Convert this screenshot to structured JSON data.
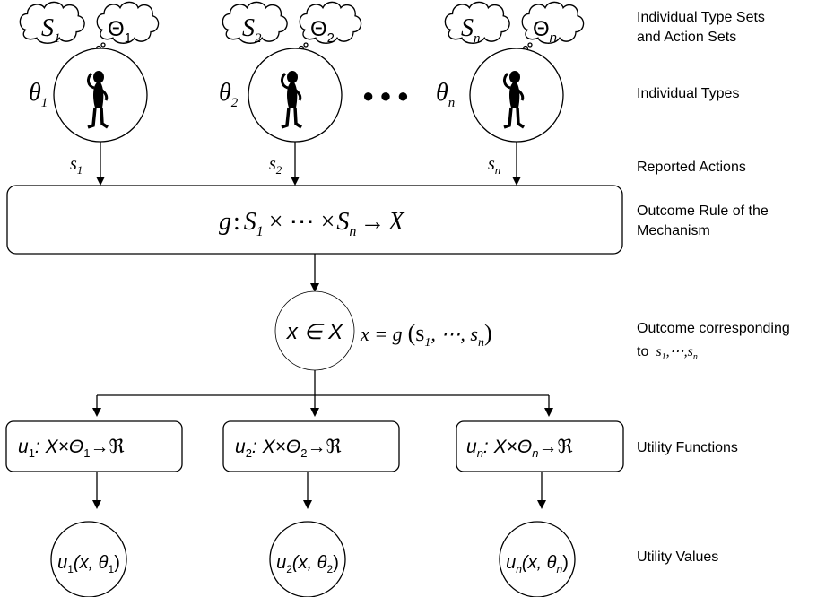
{
  "right_labels": {
    "line1a": "Individual Type Sets",
    "line1b": "and Action Sets",
    "line2": "Individual Types",
    "line3": "Reported Actions",
    "line4a": "Outcome Rule of  the",
    "line4b": "Mechanism",
    "line5a": "Outcome corresponding",
    "line5b_prefix": "to",
    "line6": "Utility Functions",
    "line7": "Utility Values"
  },
  "agents": [
    {
      "set": "S",
      "set_sub": "1",
      "types": "Θ",
      "types_sub": "1",
      "theta": "θ",
      "theta_sub": "1",
      "action": "s",
      "action_sub": "1"
    },
    {
      "set": "S",
      "set_sub": "2",
      "types": "Θ",
      "types_sub": "2",
      "theta": "θ",
      "theta_sub": "2",
      "action": "s",
      "action_sub": "2"
    },
    {
      "set": "S",
      "set_sub": "n",
      "types": "Θ",
      "types_sub": "n",
      "theta": "θ",
      "theta_sub": "n",
      "action": "s",
      "action_sub": "n"
    }
  ],
  "ellipsis_dots": "● ● ●",
  "mechanism": {
    "g": "g",
    "colon": ":",
    "S1": "S",
    "S1_sub": "1",
    "times_dots_times": "× ⋯ ×",
    "Sn": "S",
    "Sn_sub": "n",
    "arrow": "→",
    "X": "X"
  },
  "outcome": {
    "circle_text": "x ∈ X",
    "formula_left": "x = g",
    "formula_args": "(s",
    "args_sub1": "1",
    "args_mid": ", ⋯, s",
    "args_subn": "n",
    "args_close": ")",
    "to_s": "s",
    "to_s_sub1": "1",
    "to_mid": ",⋯,s",
    "to_s_subn": "n"
  },
  "utility_functions": [
    {
      "u": "u",
      "sub": "1",
      "rest": ": X×Θ",
      "theta_sub": "1",
      "arrow": "→ℜ"
    },
    {
      "u": "u",
      "sub": "2",
      "rest": ": X×Θ",
      "theta_sub": "2",
      "arrow": "→ℜ"
    },
    {
      "u": "u",
      "sub": "n",
      "rest": ": X×Θ",
      "theta_sub": "n",
      "arrow": "→ℜ"
    }
  ],
  "utility_values": [
    {
      "u": "u",
      "sub": "1",
      "open": "(x, θ",
      "theta_sub": "1",
      "close": ")"
    },
    {
      "u": "u",
      "sub": "2",
      "open": "(x, θ",
      "theta_sub": "2",
      "close": ")"
    },
    {
      "u": "u",
      "sub": "n",
      "open": "(x, θ",
      "theta_sub": "n",
      "close": ")"
    }
  ]
}
